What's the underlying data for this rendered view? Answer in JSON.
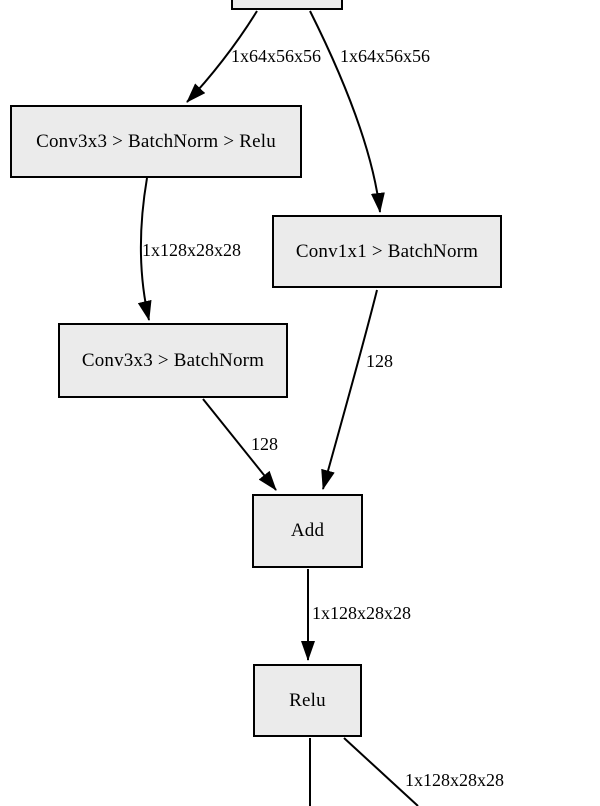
{
  "diagram": {
    "type": "computation-graph",
    "nodes": {
      "input": {
        "label": ""
      },
      "conv3x3_bn_relu": {
        "label": "Conv3x3 > BatchNorm > Relu"
      },
      "conv1x1_bn": {
        "label": "Conv1x1 > BatchNorm"
      },
      "conv3x3_bn": {
        "label": "Conv3x3 > BatchNorm"
      },
      "add": {
        "label": "Add"
      },
      "relu": {
        "label": "Relu"
      }
    },
    "edges": {
      "input_to_conv3x3_bn_relu": {
        "label": "1x64x56x56"
      },
      "input_to_conv1x1_bn": {
        "label": "1x64x56x56"
      },
      "conv3x3_bn_relu_to_conv3x3_bn": {
        "label": "1x128x28x28"
      },
      "conv1x1_bn_to_add": {
        "label": "128"
      },
      "conv3x3_bn_to_add": {
        "label": "128"
      },
      "add_to_relu": {
        "label": "1x128x28x28"
      },
      "relu_output_right": {
        "label": "1x128x28x28"
      }
    },
    "colors": {
      "node_fill": "#ebebeb",
      "node_border": "#000000",
      "edge": "#000000",
      "text": "#000000",
      "background": "#ffffff"
    }
  }
}
